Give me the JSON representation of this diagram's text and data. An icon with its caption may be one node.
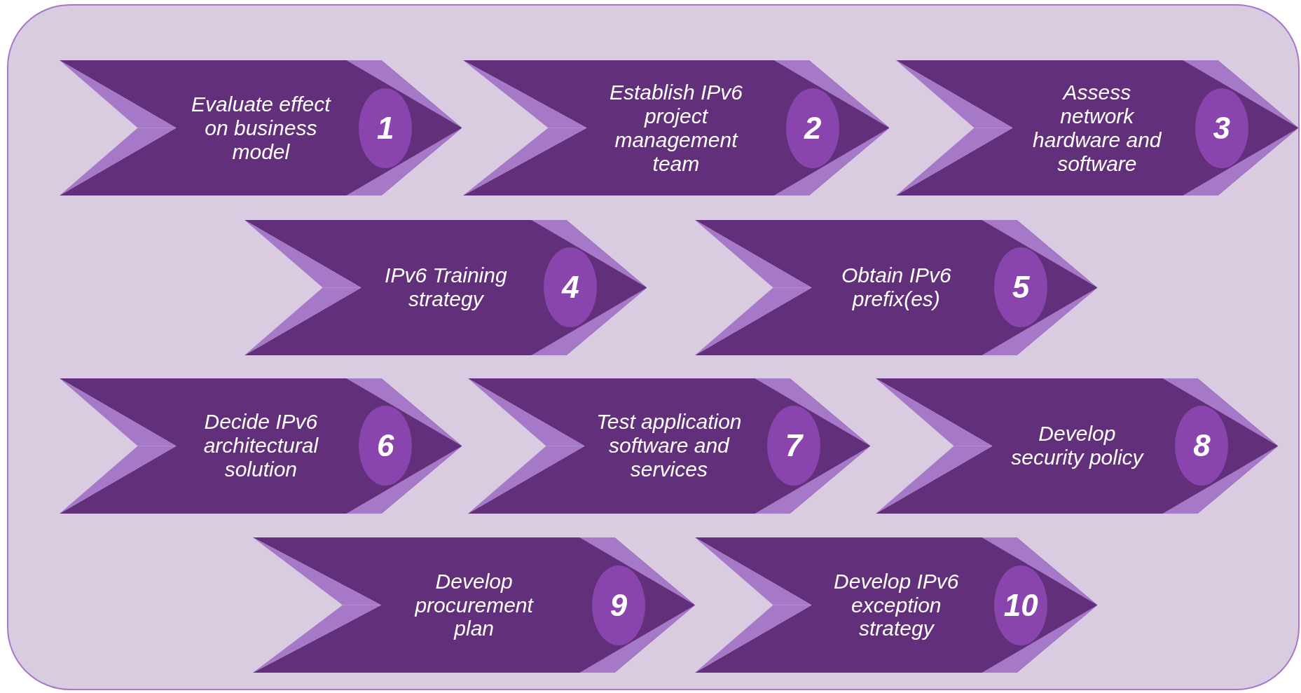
{
  "diagram": {
    "nodes": [
      {
        "text": [
          "Evaluate effect on business model"
        ]
      },
      {
        "text": [
          "1"
        ],
        "in": 0
      },
      {
        "text": [
          "Establish IPv6 project management team"
        ]
      },
      {
        "text": [
          "2"
        ],
        "in": 2
      },
      {
        "text": [
          "Assess network hardware and software"
        ]
      },
      {
        "text": [
          "3"
        ],
        "in": 4
      },
      {
        "text": [
          "IPv6 Training strategy"
        ]
      },
      {
        "text": [
          "4"
        ],
        "in": 6
      },
      {
        "text": [
          "Obtain IPv6 prefix(es)"
        ]
      },
      {
        "text": [
          "5"
        ],
        "in": 8
      },
      {
        "text": [
          "Decide IPv6 architectural solution"
        ]
      },
      {
        "text": [
          "6"
        ],
        "in": 10
      },
      {
        "text": [
          "Test application software and services"
        ]
      },
      {
        "text": [
          "7"
        ],
        "in": 12
      },
      {
        "text": [
          "Develop security policy"
        ]
      },
      {
        "text": [
          "8"
        ],
        "in": 14
      },
      {
        "text": [
          "Develop procurement plan"
        ]
      },
      {
        "text": [
          "9"
        ],
        "in": 16
      },
      {
        "text": [
          "Develop IPv6 exception strategy"
        ]
      },
      {
        "text": [
          "10"
        ],
        "in": 18
      }
    ]
  }
}
